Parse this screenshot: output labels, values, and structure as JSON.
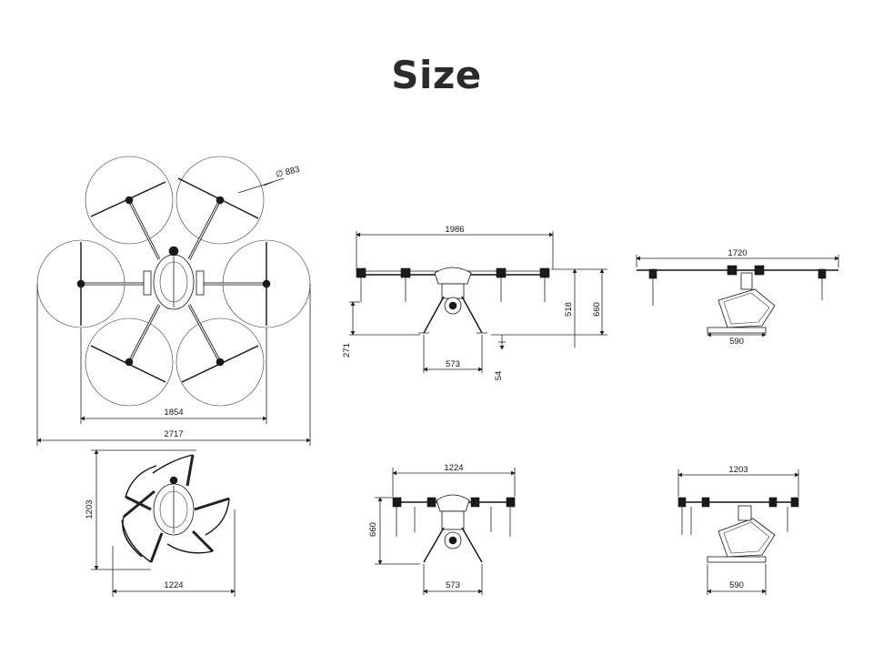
{
  "title": "Size",
  "dimensions": {
    "top_view": {
      "prop_diameter": "∅ 883",
      "inner_width": "1854",
      "overall_width": "2717"
    },
    "front_view": {
      "width": "1986",
      "height_arms": "518",
      "height_total": "660",
      "leg_height": "271",
      "leg_spread": "573",
      "foot_gap": "54"
    },
    "side_view": {
      "width": "1720",
      "base_width": "590"
    },
    "folded_top": {
      "height": "1203",
      "width": "1224"
    },
    "folded_front": {
      "width": "1224",
      "height": "660",
      "leg_spread": "573"
    },
    "folded_side": {
      "width": "1203",
      "base_width": "590"
    }
  }
}
